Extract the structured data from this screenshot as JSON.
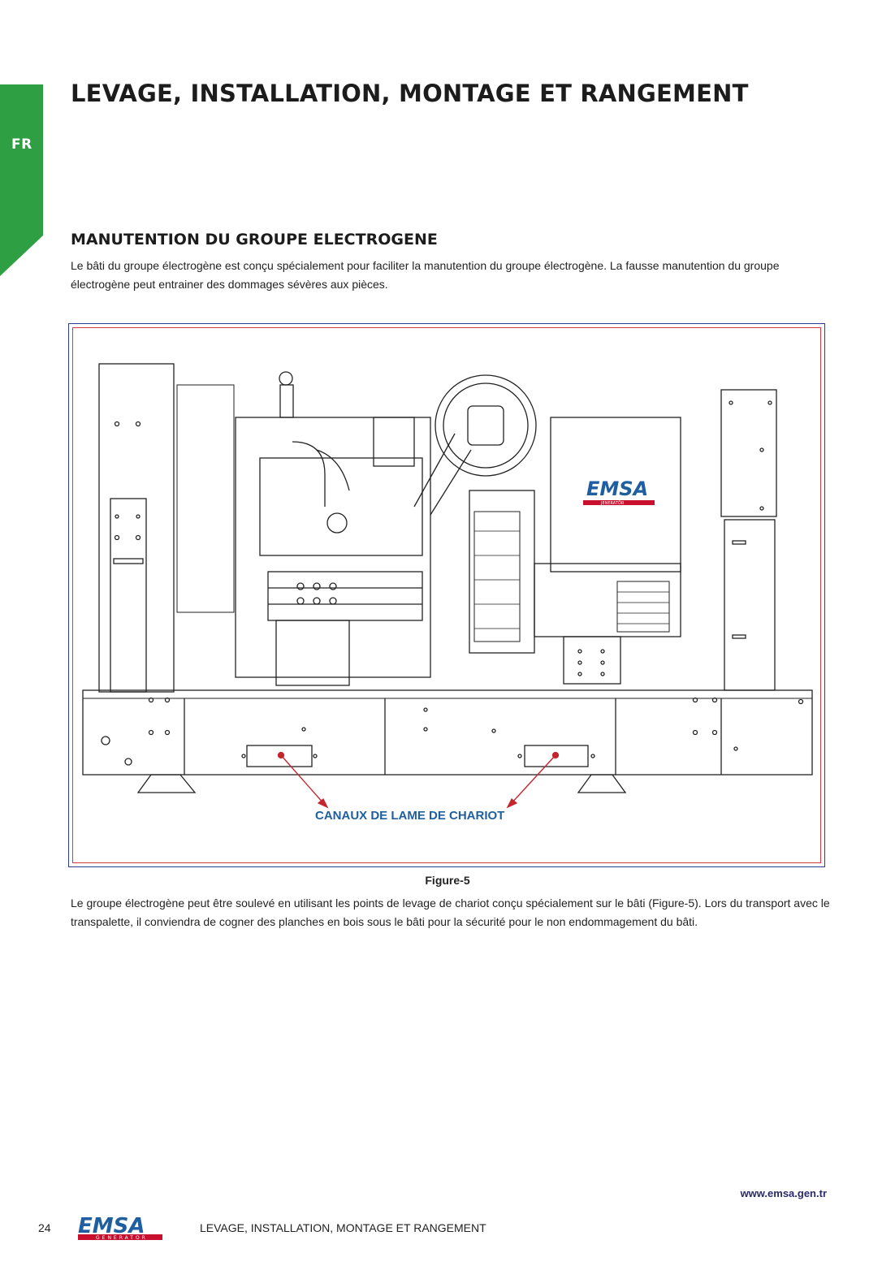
{
  "sidebar": {
    "lang": "FR"
  },
  "page": {
    "title": "LEVAGE, INSTALLATION, MONTAGE ET RANGEMENT",
    "section_title": "MANUTENTION DU GROUPE ELECTROGENE",
    "intro": "Le bâti du groupe électrogène est conçu spécialement pour faciliter la manutention du groupe électrogène. La fausse manutention du groupe électrogène peut entrainer des dommages sévères aux pièces.",
    "figure_label": "CANAUX DE LAME DE CHARIOT",
    "figure_logo": "EMSA",
    "figure_logo_sub": "JENERATÖR",
    "caption": "Figure-5",
    "body": "Le groupe électrogène peut être soulevé en utilisant les points de levage de chariot conçu spécialement sur le bâti (Figure-5). Lors du transport avec le transpalette, il conviendra de cogner des planches en bois sous le bâti pour la sécurité pour le non endommagement du bâti."
  },
  "footer": {
    "website": "www.emsa.gen.tr",
    "page_number": "24",
    "logo_text": "EMSA",
    "logo_sub": "GENERATOR",
    "section": "LEVAGE, INSTALLATION, MONTAGE ET RANGEMENT"
  },
  "colors": {
    "accent_green": "#2ea043",
    "brand_blue": "#1f5fa0",
    "brand_red": "#c8102e",
    "arrow_red": "#c4262e"
  }
}
